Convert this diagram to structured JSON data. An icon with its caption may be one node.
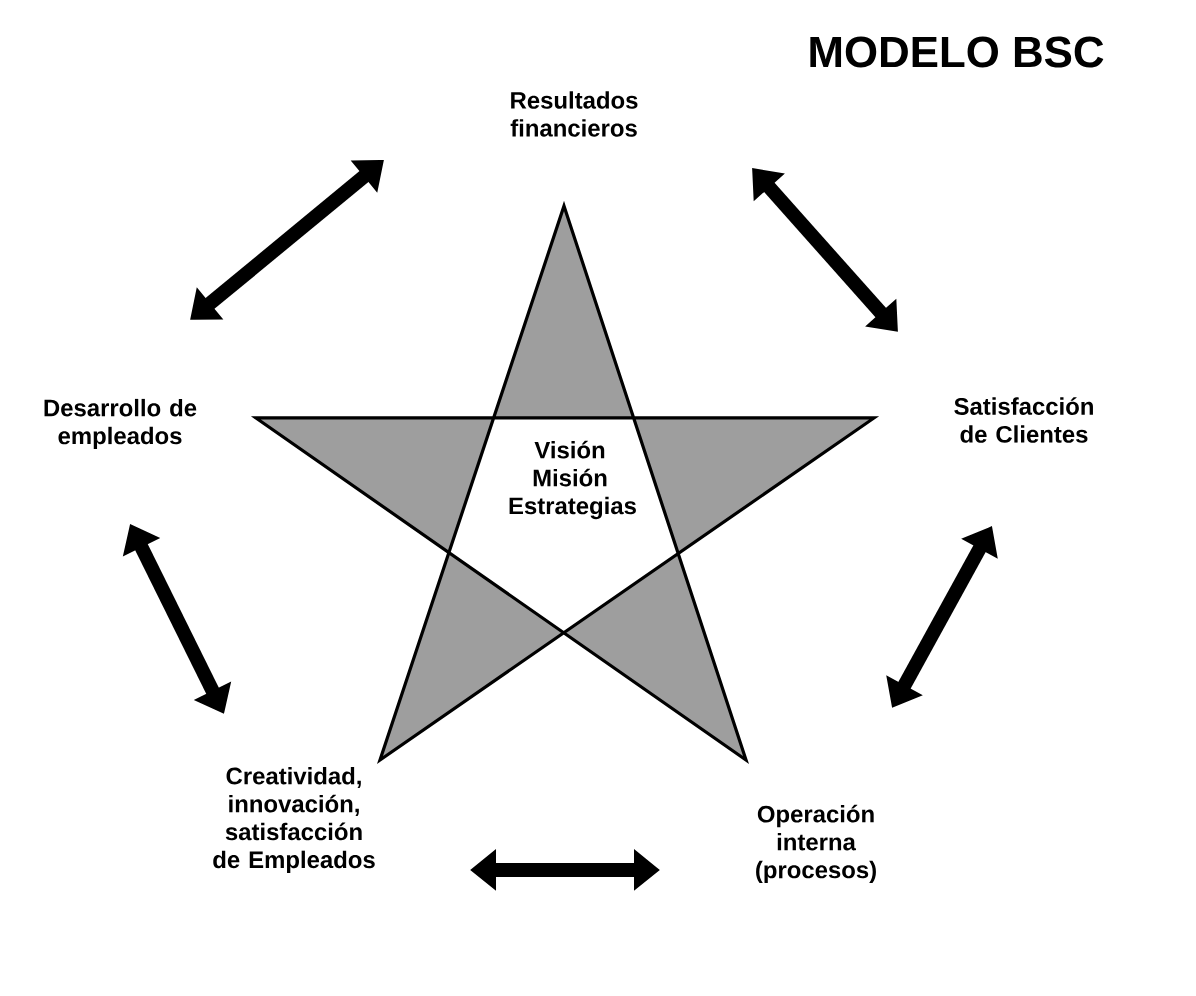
{
  "diagram": {
    "title": "MODELO BSC",
    "nodes": [
      {
        "text": [
          "Resultados financieros"
        ]
      },
      {
        "text": [
          "Satisfacción de Clientes"
        ]
      },
      {
        "text": [
          "Operación interna (procesos)"
        ]
      },
      {
        "text": [
          "Creatividad, innovación, satisfacción de Empleados"
        ]
      },
      {
        "text": [
          "Desarrollo de empleados"
        ]
      },
      {
        "text": [
          "Visión Misión Estrategias"
        ]
      }
    ],
    "edges": [
      {
        "from": 0,
        "to": 1,
        "arrow": "both"
      },
      {
        "from": 1,
        "to": 2,
        "arrow": "both"
      },
      {
        "from": 2,
        "to": 3,
        "arrow": "both"
      },
      {
        "from": 3,
        "to": 4,
        "arrow": "both"
      },
      {
        "from": 4,
        "to": 0,
        "arrow": "both"
      }
    ]
  }
}
